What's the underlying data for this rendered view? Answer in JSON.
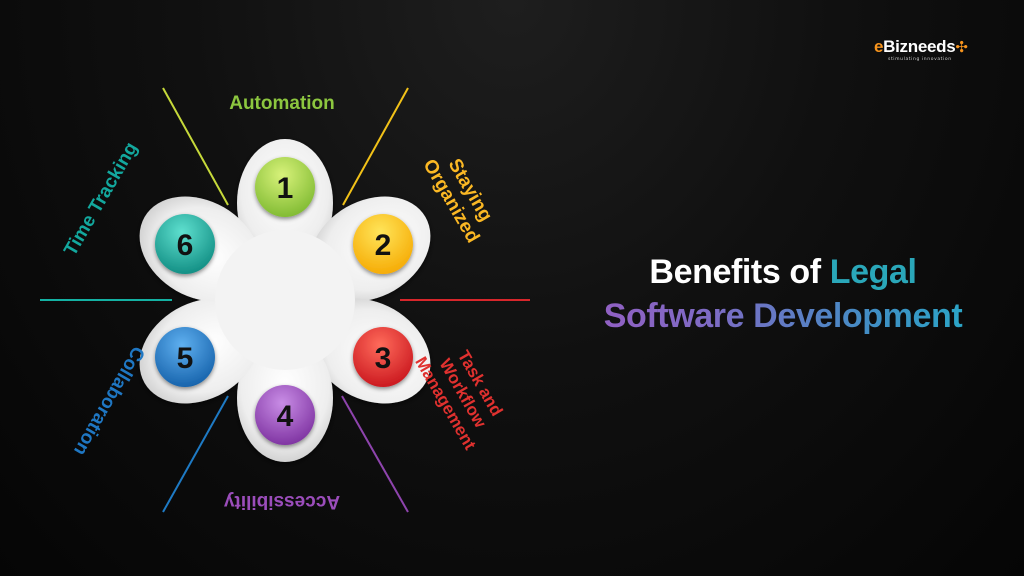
{
  "logo": {
    "brand_e": "e",
    "brand_rest": "Bizneeds",
    "brand_mark": "✣",
    "tagline": "stimulating innovation"
  },
  "title": {
    "line1_prefix": "Benefits of ",
    "line1_accent": "Legal",
    "line2": "Software Development"
  },
  "colors": {
    "background": "#0a0a0a",
    "title_accent": "#2aa7b9",
    "line2_gradient": [
      "#9b5bc2",
      "#1fb2c8"
    ],
    "flower_fill": "#f1f1f1"
  },
  "diagram": {
    "benefits": [
      {
        "number": "1",
        "label": "Automation",
        "color": "#8cc63f",
        "circle_colors": [
          "#d8f27a",
          "#7cb82f"
        ]
      },
      {
        "number": "2",
        "label_lines": [
          "Staying",
          "Organized"
        ],
        "color": "#fbb824",
        "circle_colors": [
          "#ffe55a",
          "#f5a800"
        ]
      },
      {
        "number": "3",
        "label_lines": [
          "Task and",
          "Workflow",
          "Management"
        ],
        "color": "#e0312f",
        "circle_colors": [
          "#ff6b5b",
          "#c8141c"
        ]
      },
      {
        "number": "4",
        "label": "Accessibility",
        "color": "#9b4dbb",
        "circle_colors": [
          "#c98de6",
          "#7b2f9e"
        ]
      },
      {
        "number": "5",
        "label": "Collaboration",
        "color": "#1f77c3",
        "circle_colors": [
          "#5fb0f0",
          "#135fa8"
        ]
      },
      {
        "number": "6",
        "label": "Time Tracking",
        "color": "#13a89e",
        "circle_colors": [
          "#5fe0cf",
          "#0e8a80"
        ]
      }
    ]
  }
}
